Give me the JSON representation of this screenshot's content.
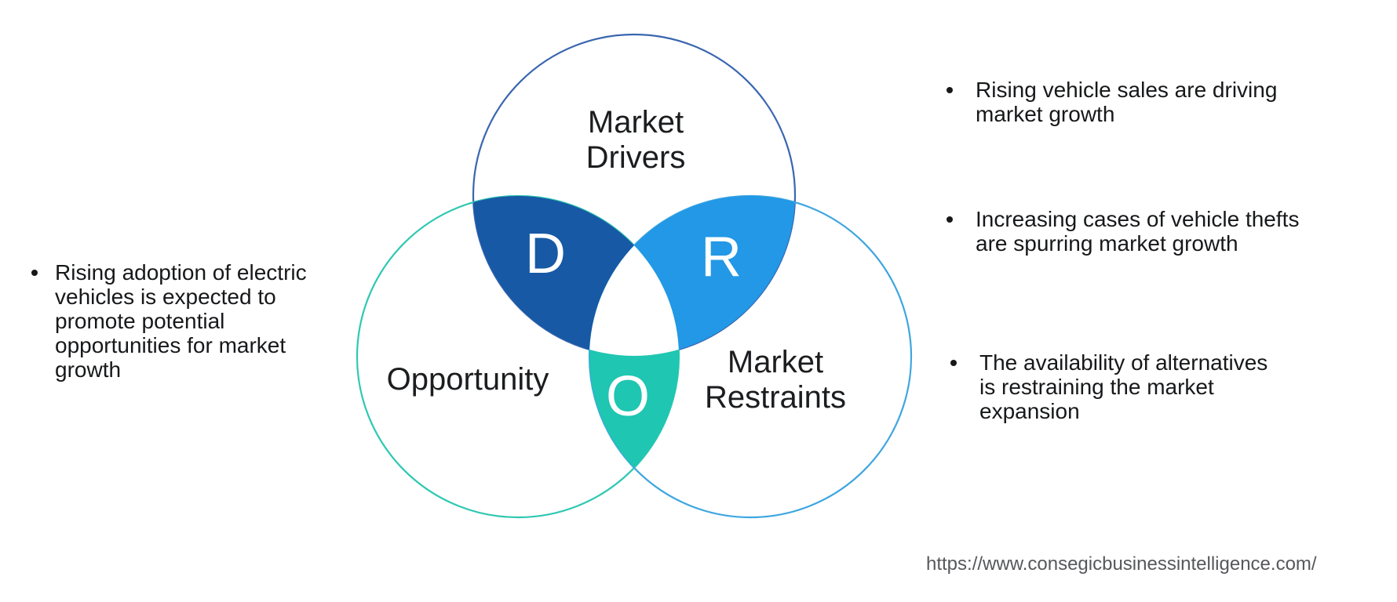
{
  "venn": {
    "drivers": {
      "label_line1": "Market",
      "label_line2": "Drivers",
      "letter": "D",
      "outline_color": "#3A66B0",
      "overlap_color": "#1759A5"
    },
    "opportunity": {
      "label": "Opportunity",
      "letter": "O",
      "outline_color": "#2FC8B2",
      "overlap_color": "#1FC6B1"
    },
    "restraints": {
      "label_line1": "Market",
      "label_line2": "Restraints",
      "letter": "R",
      "outline_color": "#3EA6E0",
      "overlap_color": "#2298E6"
    }
  },
  "left_panel": {
    "bullets": [
      {
        "lines": [
          "Rising adoption of electric",
          "vehicles is expected to",
          "promote potential",
          "opportunities for market",
          "growth"
        ]
      }
    ]
  },
  "right_panel": {
    "bullets": [
      {
        "lines": [
          "Rising vehicle sales are driving",
          "market growth"
        ]
      },
      {
        "lines": [
          "Increasing cases of vehicle thefts",
          "are spurring market growth"
        ]
      },
      {
        "lines": [
          "The availability of alternatives",
          "is restraining the market",
          "expansion"
        ]
      }
    ]
  },
  "footer": {
    "url": "https://www.consegicbusinessintelligence.com/"
  },
  "colors": {
    "background": "#ffffff",
    "label_text": "#1c1d1f",
    "bullet_text": "#17181a",
    "url_text": "#57585c",
    "center_overlap": "#ffffff"
  }
}
